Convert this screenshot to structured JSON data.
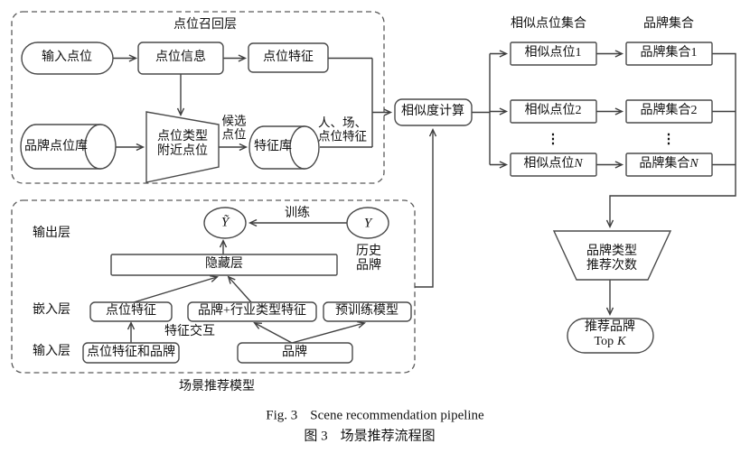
{
  "colors": {
    "line": "#3f3f3f",
    "box_border": "#4a4a4a",
    "text": "#111111",
    "background": "#ffffff"
  },
  "recall": {
    "title": "点位召回层",
    "input_point": "输入点位",
    "point_info": "点位信息",
    "point_feature": "点位特征",
    "brand_point_db": "品牌点位库",
    "nearby_line1": "点位类型",
    "nearby_line2": "附近点位",
    "candidate_line1": "候选",
    "candidate_line2": "点位",
    "feature_db": "特征库",
    "feature_label_line1": "人、场、",
    "feature_label_line2": "点位特征"
  },
  "similarity": {
    "compute": "相似度计算",
    "similar_header": "相似点位集合",
    "brand_header": "品牌集合",
    "ellipsis": "⋮",
    "rows": [
      {
        "similar": "相似点位1",
        "brand": "品牌集合1"
      },
      {
        "similar": "相似点位2",
        "brand": "品牌集合2"
      },
      {
        "similar_prefix": "相似点位",
        "brand_prefix": "品牌集合",
        "n": "N"
      }
    ]
  },
  "model": {
    "output_layer": "输出层",
    "embed_layer": "嵌入层",
    "input_layer": "输入层",
    "y_hat": "Ỹ",
    "y": "Y",
    "train": "训练",
    "history_line1": "历史",
    "history_line2": "品牌",
    "hidden": "隐藏层",
    "point_feature": "点位特征",
    "brand_industry": "品牌+行业类型特征",
    "pretrain": "预训练模型",
    "feature_interaction": "特征交互",
    "point_feature_brand": "点位特征和品牌",
    "brand": "品牌",
    "caption": "场景推荐模型"
  },
  "output": {
    "count_line1": "品牌类型",
    "count_line2": "推荐次数",
    "result_line1": "推荐品牌",
    "top_prefix": "Top",
    "top_k": "K"
  },
  "captions": {
    "en_fig": "Fig. 3",
    "en_title": "Scene recommendation pipeline",
    "zh_fig": "图 3",
    "zh_title": "场景推荐流程图"
  }
}
